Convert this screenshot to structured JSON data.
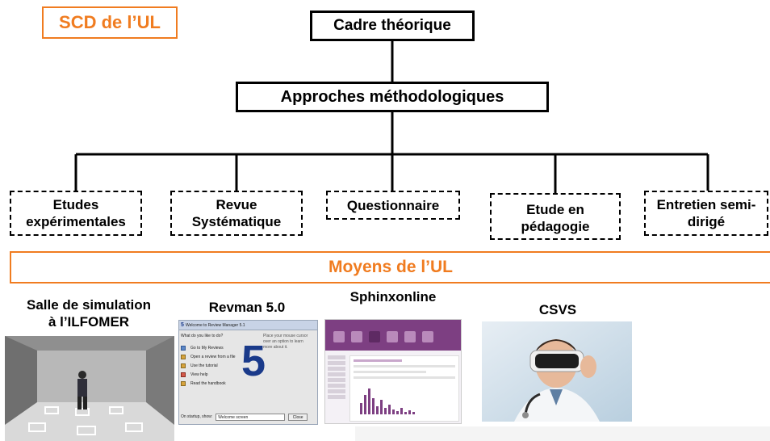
{
  "header": {
    "tag": "SCD de l’UL"
  },
  "diagram": {
    "root": "Cadre théorique",
    "level2": "Approches méthodologiques",
    "leaves": [
      {
        "line1": "Etudes",
        "line2": "expérimentales"
      },
      {
        "line1": "Revue",
        "line2": "Systématique"
      },
      {
        "line1": "Questionnaire",
        "line2": ""
      },
      {
        "line1": "Etude en",
        "line2": "pédagogie"
      },
      {
        "line1": "Entretien semi-",
        "line2": "dirigé"
      }
    ]
  },
  "banner": {
    "title": "Moyens de l’UL"
  },
  "resources": [
    {
      "line1": "Salle de simulation",
      "line2": "à l’ILFOMER"
    },
    {
      "line1": "Revman 5.0",
      "line2": ""
    },
    {
      "line1": "Sphinxonline",
      "line2": ""
    },
    {
      "line1": "CSVS",
      "line2": ""
    }
  ],
  "revman_window": {
    "title": "Welcome to Review Manager 5.1",
    "prompt": "What do you like to do?",
    "items": [
      "Go to My Reviews",
      "Open a review from a file",
      "Use the tutorial",
      "View help",
      "Read the handbook"
    ],
    "hint": "Place your mouse cursor over an option to learn more about it.",
    "startup_label": "On startup, show:",
    "startup_value": "Welcome screen",
    "close_label": "Close",
    "logo": "5"
  },
  "colors": {
    "accent": "#f07c20",
    "revman_blue": "#1a3a8a",
    "sphinx_purple": "#7d3f82"
  }
}
